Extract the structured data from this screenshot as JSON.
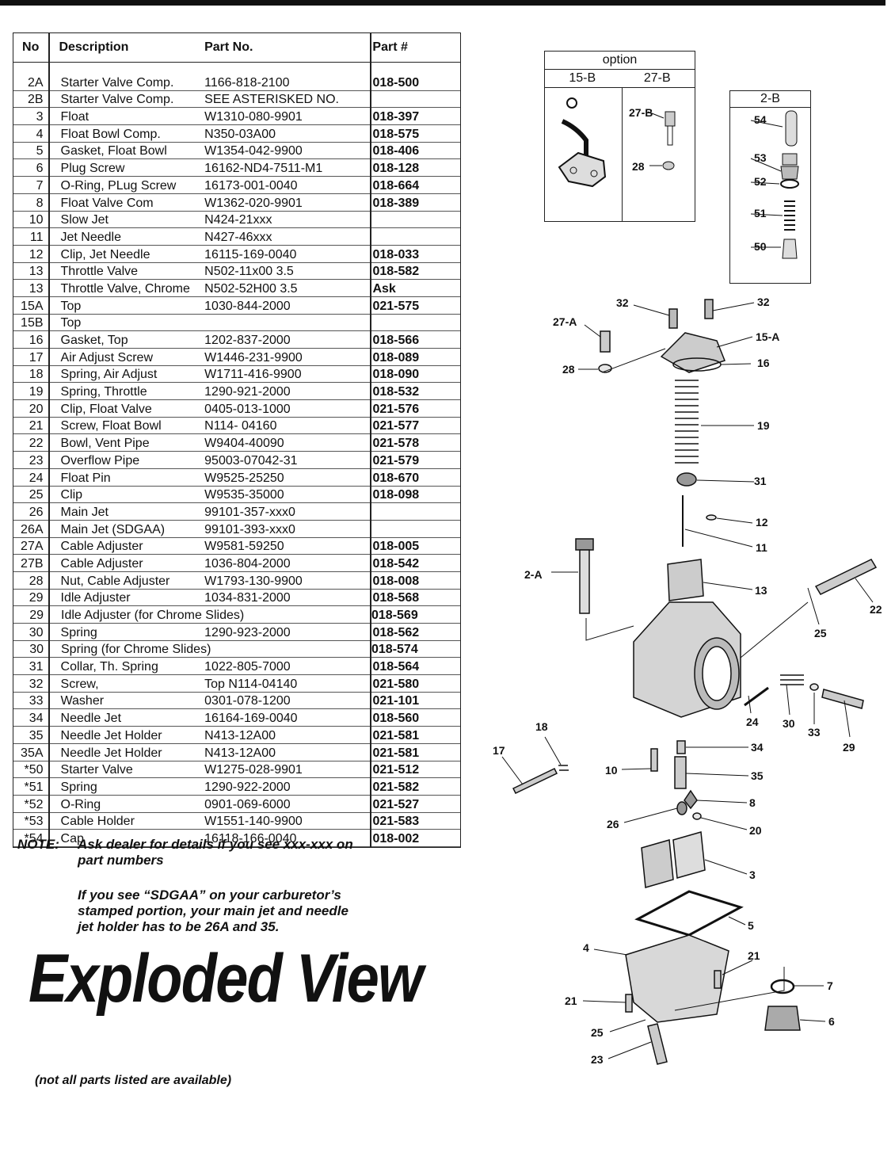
{
  "table": {
    "headers": {
      "no": "No",
      "description": "Description",
      "part_no": "Part No.",
      "part_num": "Part #"
    },
    "rows": [
      {
        "no": "2A",
        "desc": "Starter Valve Comp.",
        "part": "1166-818-2100",
        "pn": "018-500"
      },
      {
        "no": "2B",
        "desc": "Starter Valve Comp.",
        "part": "SEE ASTERISKED NO.",
        "pn": ""
      },
      {
        "no": "3",
        "desc": "Float",
        "part": "W1310-080-9901",
        "pn": "018-397"
      },
      {
        "no": "4",
        "desc": "Float Bowl Comp.",
        "part": "N350-03A00",
        "pn": "018-575"
      },
      {
        "no": "5",
        "desc": "Gasket, Float  Bowl",
        "part": "W1354-042-9900",
        "pn": "018-406"
      },
      {
        "no": "6",
        "desc": "Plug Screw",
        "part": "16162-ND4-7511-M1",
        "pn": "018-128"
      },
      {
        "no": "7",
        "desc": "O-Ring, PLug Screw",
        "part": "16173-001-0040",
        "pn": "018-664"
      },
      {
        "no": "8",
        "desc": "Float Valve Com",
        "part": "W1362-020-9901",
        "pn": "018-389"
      },
      {
        "no": "10",
        "desc": "Slow Jet",
        "part": "N424-21xxx",
        "pn": ""
      },
      {
        "no": "11",
        "desc": "Jet Needle",
        "part": "N427-46xxx",
        "pn": ""
      },
      {
        "no": "12",
        "desc": "Clip, Jet Needle",
        "part": "16115-169-0040",
        "pn": "018-033"
      },
      {
        "no": "13",
        "desc": "Throttle Valve",
        "part": "N502-11x00  3.5",
        "pn": "018-582"
      },
      {
        "no": "13",
        "desc": "Throttle Valve, Chrome",
        "part": "N502-52H00 3.5",
        "pn": "Ask"
      },
      {
        "no": "15A",
        "desc": "Top",
        "part": "1030-844-2000",
        "pn": "021-575"
      },
      {
        "no": "15B",
        "desc": "Top",
        "part": "",
        "pn": ""
      },
      {
        "no": "16",
        "desc": "Gasket, Top",
        "part": "1202-837-2000",
        "pn": "018-566"
      },
      {
        "no": "17",
        "desc": "Air Adjust Screw",
        "part": "W1446-231-9900",
        "pn": "018-089"
      },
      {
        "no": "18",
        "desc": "Spring, Air Adjust",
        "part": "W1711-416-9900",
        "pn": "018-090"
      },
      {
        "no": "19",
        "desc": "Spring, Throttle",
        "part": "1290-921-2000",
        "pn": "018-532"
      },
      {
        "no": "20",
        "desc": "Clip, Float Valve",
        "part": "0405-013-1000",
        "pn": "021-576"
      },
      {
        "no": "21",
        "desc": "Screw, Float Bowl",
        "part": "N114- 04160",
        "pn": "021-577"
      },
      {
        "no": "22",
        "desc": "Bowl, Vent Pipe",
        "part": "W9404-40090",
        "pn": "021-578"
      },
      {
        "no": "23",
        "desc": "Overflow Pipe",
        "part": "95003-07042-31",
        "pn": "021-579"
      },
      {
        "no": "24",
        "desc": "Float Pin",
        "part": "W9525-25250",
        "pn": "018-670"
      },
      {
        "no": "25",
        "desc": "Clip",
        "part": "W9535-35000",
        "pn": "018-098"
      },
      {
        "no": "26",
        "desc": "Main Jet",
        "part": "99101-357-xxx0",
        "pn": ""
      },
      {
        "no": "26A",
        "desc": "Main Jet (SDGAA)",
        "part": "99101-393-xxx0",
        "pn": ""
      },
      {
        "no": "27A",
        "desc": "Cable Adjuster",
        "part": "W9581-59250",
        "pn": "018-005"
      },
      {
        "no": "27B",
        "desc": "Cable Adjuster",
        "part": "1036-804-2000",
        "pn": "018-542"
      },
      {
        "no": "28",
        "desc": "Nut, Cable Adjuster",
        "part": "W1793-130-9900",
        "pn": "018-008"
      },
      {
        "no": "29",
        "desc": "Idle Adjuster",
        "part": "1034-831-2000",
        "pn": "018-568"
      },
      {
        "no": "29",
        "desc": "Idle Adjuster (for Chrome Slides)",
        "part": "",
        "pn": "018-569",
        "wide": true
      },
      {
        "no": "30",
        "desc": "Spring",
        "part": "1290-923-2000",
        "pn": "018-562"
      },
      {
        "no": "30",
        "desc": "Spring (for Chrome Slides)",
        "part": "",
        "pn": "018-574",
        "wide": true
      },
      {
        "no": "31",
        "desc": "Collar, Th. Spring",
        "part": "1022-805-7000",
        "pn": "018-564"
      },
      {
        "no": "32",
        "desc": "Screw,",
        "part": "Top N114-04140",
        "pn": "021-580"
      },
      {
        "no": "33",
        "desc": "Washer",
        "part": "0301-078-1200",
        "pn": "021-101"
      },
      {
        "no": "34",
        "desc": "Needle Jet",
        "part": "16164-169-0040",
        "pn": "018-560"
      },
      {
        "no": "35",
        "desc": "Needle Jet Holder",
        "part": "N413-12A00",
        "pn": "021-581"
      },
      {
        "no": "35A",
        "desc": "Needle Jet Holder",
        "part": "N413-12A00",
        "pn": "021-581"
      },
      {
        "no": "*50",
        "desc": "Starter Valve",
        "part": "W1275-028-9901",
        "pn": "021-512"
      },
      {
        "no": "*51",
        "desc": "Spring",
        "part": "1290-922-2000",
        "pn": "021-582"
      },
      {
        "no": "*52",
        "desc": "O-Ring",
        "part": "0901-069-6000",
        "pn": "021-527"
      },
      {
        "no": "*53",
        "desc": "Cable Holder",
        "part": "W1551-140-9900",
        "pn": "021-583"
      },
      {
        "no": "*54",
        "desc": "Cap",
        "part": "16118-166-0040",
        "pn": "018-002"
      }
    ]
  },
  "note": {
    "label": "NOTE:",
    "line1": "Ask dealer for details if you see xxx-xxx on part numbers",
    "line2": "If you see “SDGAA” on your carburetor’s stamped portion, your main jet and needle jet holder has to be 26A and 35."
  },
  "title": "Exploded View",
  "footer": "(not all parts listed are available)",
  "option_box": {
    "header": "option",
    "col1": "15-B",
    "col2": "27-B",
    "labels": [
      "27-B",
      "28"
    ]
  },
  "box_2b": {
    "header": "2-B",
    "labels": [
      "54",
      "53",
      "52",
      "51",
      "50"
    ]
  },
  "callouts": [
    "32",
    "32",
    "27-A",
    "15-A",
    "28",
    "16",
    "19",
    "31",
    "12",
    "11",
    "2-A",
    "13",
    "22",
    "25",
    "18",
    "17",
    "24",
    "30",
    "33",
    "29",
    "34",
    "10",
    "35",
    "8",
    "26",
    "20",
    "3",
    "5",
    "4",
    "21",
    "7",
    "21",
    "6",
    "25",
    "23"
  ]
}
